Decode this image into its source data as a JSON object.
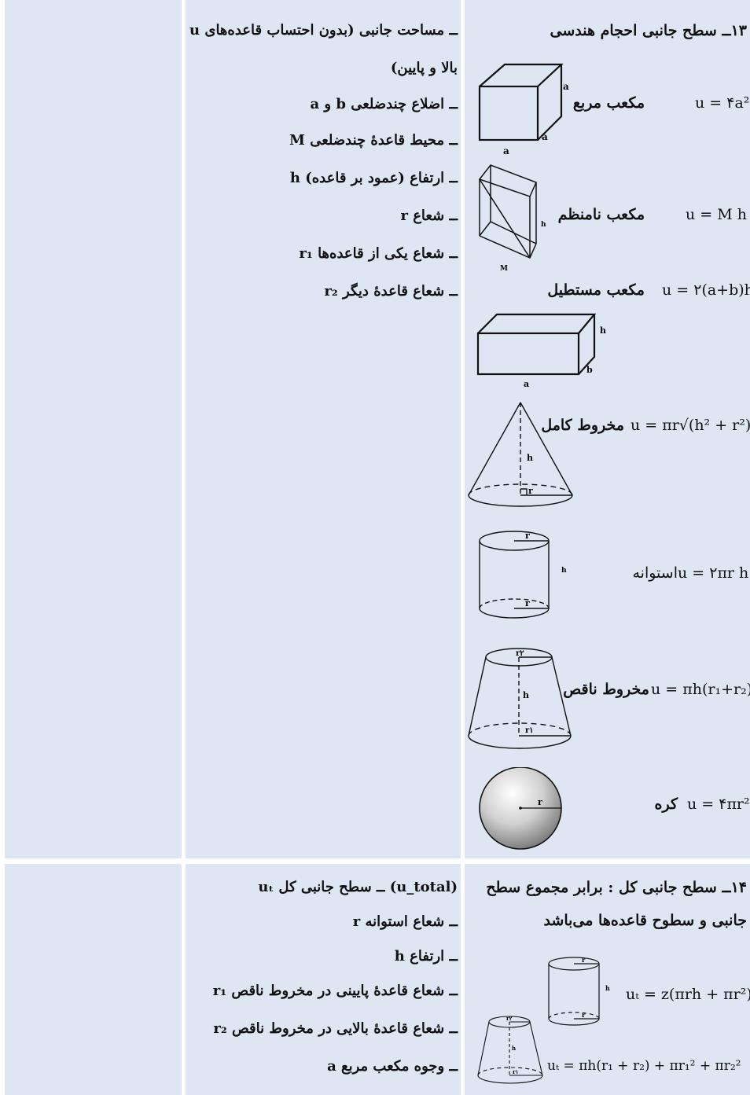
{
  "section13": {
    "title": "۱۳ــ سطح جانبی احجام هندسی",
    "cube": {
      "label": "مکعب مربع",
      "formula": "u = ۴a²",
      "edge": "a"
    },
    "prism": {
      "label": "مکعب نامنظم",
      "formula": "u = M  h",
      "h": "h",
      "m": "M"
    },
    "cuboid": {
      "label": "مکعب مستطیل",
      "formula": "u = ۲(a+b)h",
      "a": "a",
      "b": "b",
      "h": "h"
    },
    "cone": {
      "label": "مخروط کامل",
      "formula": "u = πr√(h² + r²)",
      "h": "h",
      "r": "r"
    },
    "cylinder": {
      "label": "استوانه",
      "formula": "u = ۲πr  h",
      "h": "h",
      "r": "r"
    },
    "frustum": {
      "label": "مخروط ناقص",
      "formula": "u = πh(r₁+r₂)",
      "h": "h",
      "r1": "r۱",
      "r2": "r۲"
    },
    "sphere": {
      "label": "کره",
      "formula": "u = ۴πr²",
      "r": "r"
    },
    "defs": [
      "u ــ مساحت جانبی (بدون احتساب قاعده‌های",
      "بالا و پایین)",
      "a و b ــ اضلاع چندضلعی",
      "M ــ محیط قاعدهٔ چندضلعی",
      "h ــ ارتفاع (عمود بر قاعده)",
      "r ــ شعاع",
      "r₁ ــ شعاع یکی از قاعده‌ها",
      "r₂ ــ شعاع قاعدهٔ دیگر"
    ]
  },
  "section14": {
    "title_line1": "۱۴ــ سطح جانبی کل : برابر مجموع سطح",
    "title_line2": "جانبی و سطوح قاعده‌ها می‌باشد",
    "formula_cylinder": "uₜ = z(πrh + πr²)",
    "formula_frustum": "uₜ = πh(r₁ + r₂) + πr₁² + πr₂²",
    "cyl_r": "r",
    "cyl_h": "h",
    "fr_r2": "r۲",
    "fr_h": "h",
    "fr_r1": "r۱",
    "defs": [
      "uₜ ــ سطح جانبی کل (u_total)",
      "r ــ شعاع استوانه",
      "h ــ ارتفاع",
      "r₁ ــ شعاع قاعدهٔ پایینی در مخروط ناقص",
      "r₂ ــ شعاع قاعدهٔ بالایی در مخروط ناقص",
      "a ــ وجوه مکعب مربع"
    ]
  },
  "colors": {
    "cell": "#dde6f2",
    "line": "#111111"
  }
}
